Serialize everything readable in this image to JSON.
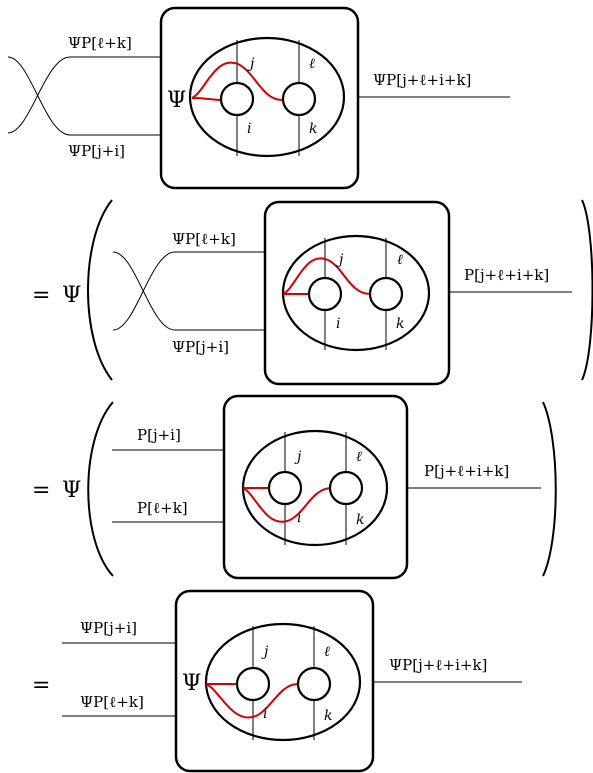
{
  "row1": {
    "top_label": "ΨP[ℓ+k]",
    "bottom_label": "ΨP[j+i]",
    "box_prefix": "Ψ",
    "out_label": "ΨP[j+ℓ+i+k]",
    "strand_labels": {
      "j": "j",
      "i": "i",
      "l": "ℓ",
      "k": "k"
    }
  },
  "row2": {
    "equals": "=",
    "psi": "Ψ",
    "top_label": "ΨP[ℓ+k]",
    "bottom_label": "ΨP[j+i]",
    "out_label": "P[j+ℓ+i+k]",
    "strand_labels": {
      "j": "j",
      "i": "i",
      "l": "ℓ",
      "k": "k"
    }
  },
  "row3": {
    "equals": "=",
    "psi": "Ψ",
    "top_label": "P[j+i]",
    "bottom_label": "P[ℓ+k]",
    "out_label": "P[j+ℓ+i+k]",
    "strand_labels": {
      "j": "j",
      "i": "i",
      "l": "ℓ",
      "k": "k"
    }
  },
  "row4": {
    "equals": "=",
    "top_label": "ΨP[j+i]",
    "bottom_label": "ΨP[ℓ+k]",
    "box_prefix": "Ψ",
    "out_label": "ΨP[j+ℓ+i+k]",
    "strand_labels": {
      "j": "j",
      "i": "i",
      "l": "ℓ",
      "k": "k"
    }
  },
  "colors": {
    "strand": "#d40000",
    "ink": "#000000"
  }
}
